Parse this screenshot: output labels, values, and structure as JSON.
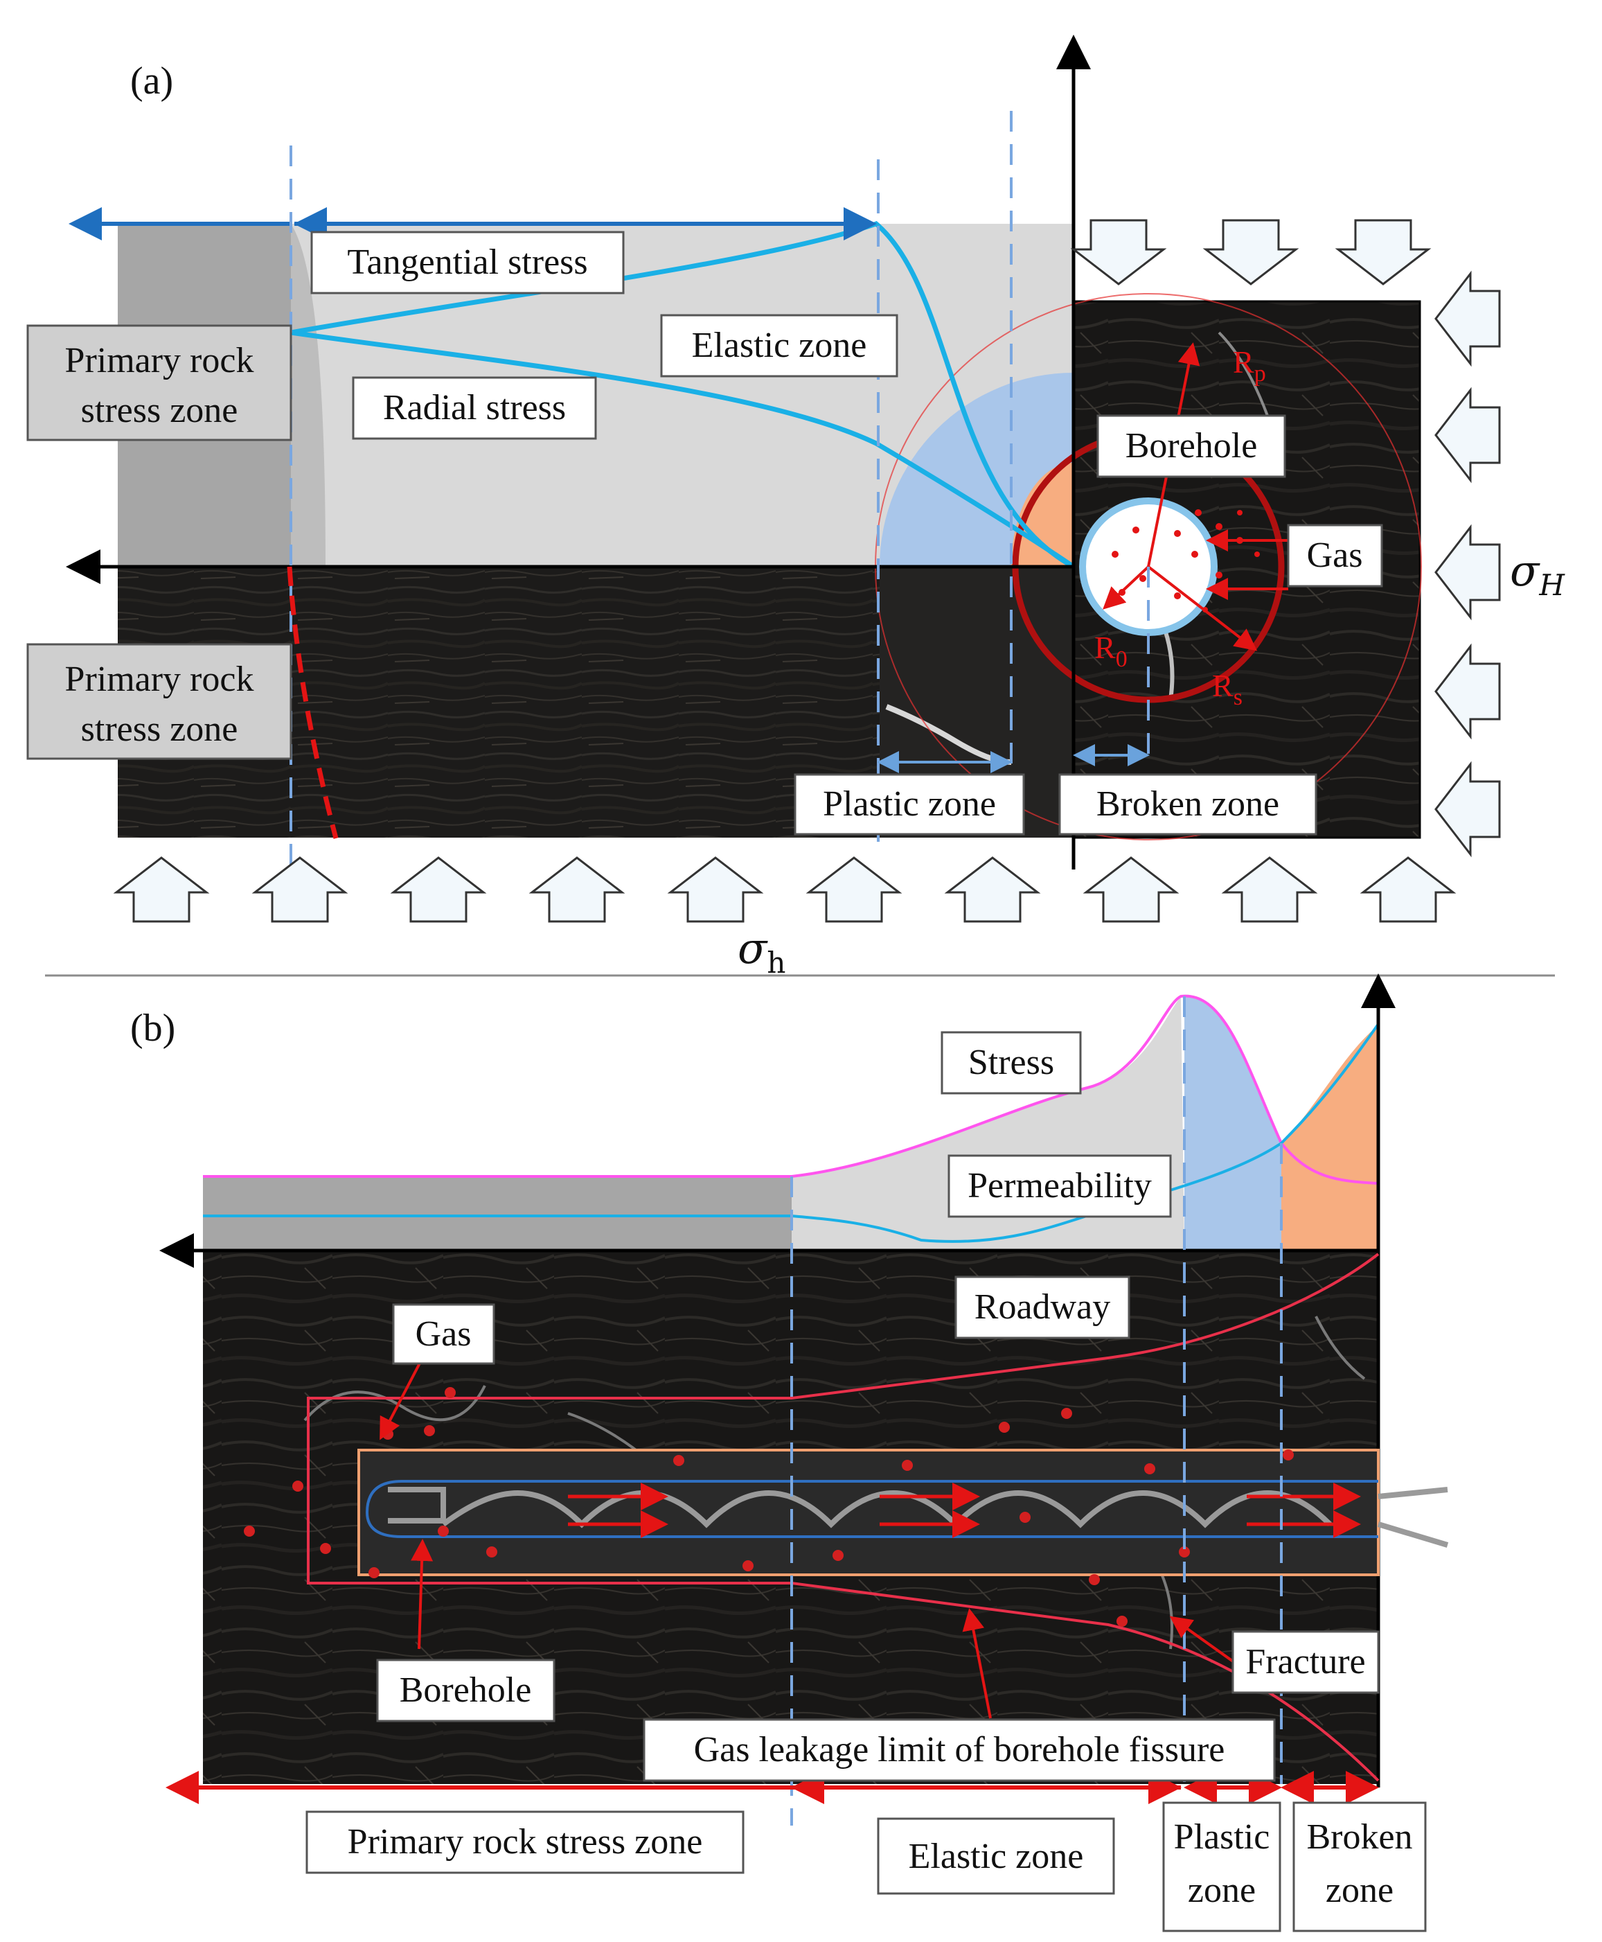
{
  "panel_a": {
    "label": "(a)",
    "tangential_stress": "Tangential stress",
    "radial_stress": "Radial stress",
    "elastic_zone": "Elastic zone",
    "primary_rock_top_line1": "Primary rock",
    "primary_rock_top_line2": "stress zone",
    "primary_rock_bottom_line1": "Primary rock",
    "primary_rock_bottom_line2": "stress zone",
    "borehole": "Borehole",
    "gas": "Gas",
    "plastic_zone": "Plastic zone",
    "broken_zone": "Broken zone",
    "r_p": "R",
    "r_p_sub": "p",
    "r_0": "R",
    "r_0_sub": "0",
    "r_s": "R",
    "r_s_sub": "s",
    "sigma_H": "σ",
    "sigma_H_sub": "H",
    "sigma_h": "σ",
    "sigma_h_sub": "h",
    "colors": {
      "stress_curve": "#1ab0e6",
      "axis_blue": "#1f6fbf",
      "primary_zone": "#a6a6a6",
      "elastic_fill": "#d9d9d9",
      "plastic_fill": "#a9c6ea",
      "broken_fill": "#f7ad80",
      "red": "#e41414"
    }
  },
  "panel_b": {
    "label": "(b)",
    "stress": "Stress",
    "permeability": "Permeability",
    "roadway": "Roadway",
    "gas": "Gas",
    "borehole": "Borehole",
    "fracture": "Fracture",
    "gas_leakage": "Gas leakage limit of borehole fissure",
    "primary_rock_zone": "Primary rock stress zone",
    "elastic_zone": "Elastic zone",
    "plastic_line1": "Plastic",
    "plastic_line2": "zone",
    "broken_line1": "Broken",
    "broken_line2": "zone",
    "colors": {
      "stress_curve": "#ff55ee",
      "permeability_curve": "#1ab0e6",
      "leak_limit": "#e8304a",
      "casing": "#f0a070",
      "drill_pipe": "#2f6fc0"
    }
  }
}
